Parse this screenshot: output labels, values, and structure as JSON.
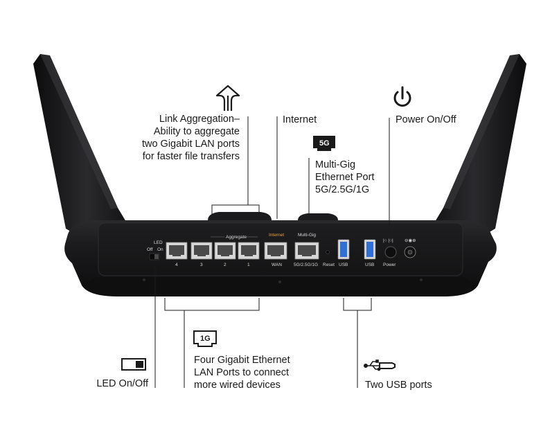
{
  "callouts": {
    "link_aggregation": [
      "Link Aggregation–",
      "Ability to aggregate",
      "two Gigabit LAN ports",
      "for faster file transfers"
    ],
    "internet": "Internet",
    "multigig": [
      "Multi-Gig",
      "Ethernet Port",
      "5G/2.5G/1G"
    ],
    "power": "Power On/Off",
    "led": "LED On/Off",
    "lan": [
      "Four Gigabit Ethernet",
      "LAN Ports to connect",
      "more wired devices"
    ],
    "usb": "Two USB ports"
  },
  "badges": {
    "five_g": "5G",
    "one_g": "1G"
  },
  "panel_labels": {
    "led": "LED",
    "off": "Off",
    "on": "On",
    "aggregate": "Aggregate",
    "internet": "Internet",
    "multigig": "Multi-Gig",
    "ports": [
      "4",
      "3",
      "2",
      "1"
    ],
    "wan": "WAN",
    "multigig_speed": "5G/2.5G/1G",
    "reset": "Reset",
    "usb1": "USB",
    "usb2": "USB",
    "power": "Power"
  },
  "icons": [
    "aggregate-arrow-icon",
    "power-icon",
    "5g-port-icon",
    "1g-port-icon",
    "led-switch-icon",
    "usb-icon"
  ],
  "colors": {
    "router_body": "#1b1b1d",
    "usb_port": "#2f6fd6",
    "internet_label": "#e8a23a"
  }
}
